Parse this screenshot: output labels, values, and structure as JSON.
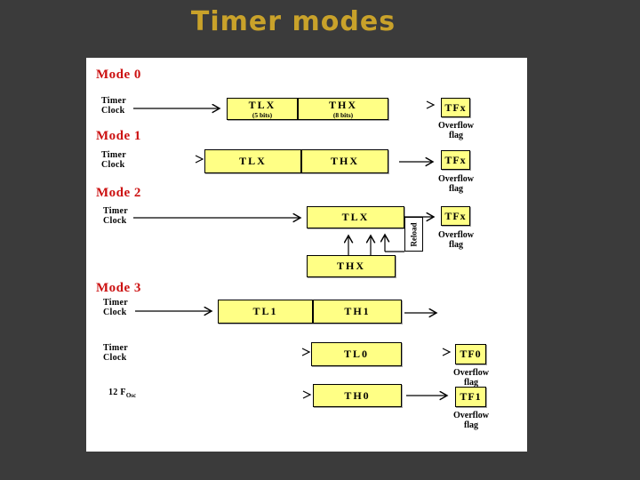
{
  "title": "Timer modes",
  "colors": {
    "bg": "#3b3b3b",
    "panel": "#ffffff",
    "box": "#ffff85",
    "mode_label": "#cc1111",
    "title_text": "#c9a22a",
    "line": "#000000"
  },
  "mode0": {
    "label": "Mode 0",
    "source_line1": "Timer",
    "source_line2": "Clock",
    "tl_label": "TLX",
    "tl_bits": "(5 bits)",
    "th_label": "THX",
    "th_bits": "(8 bits)",
    "flag_label": "TFx",
    "flag_caption_line1": "Overflow",
    "flag_caption_line2": "flag"
  },
  "mode1": {
    "label": "Mode 1",
    "source_line1": "Timer",
    "source_line2": "Clock",
    "tl_label": "TLX",
    "th_label": "THX",
    "flag_label": "TFx",
    "flag_caption_line1": "Overflow",
    "flag_caption_line2": "flag"
  },
  "mode2": {
    "label": "Mode 2",
    "source_line1": "Timer",
    "source_line2": "Clock",
    "tl_label": "TLX",
    "th_label": "THX",
    "reload_label": "Reload",
    "flag_label": "TFx",
    "flag_caption_line1": "Overflow",
    "flag_caption_line2": "flag"
  },
  "mode3": {
    "label": "Mode 3",
    "row1": {
      "source_line1": "Timer",
      "source_line2": "Clock",
      "tl_label": "TL1",
      "th_label": "TH1"
    },
    "row2": {
      "source_line1": "Timer",
      "source_line2": "Clock",
      "box_label": "TL0",
      "flag_label": "TF0",
      "flag_caption_line1": "Overflow",
      "flag_caption_line2": "flag"
    },
    "row3": {
      "source_main": "12 F",
      "source_sub": "Osc",
      "box_label": "TH0",
      "flag_label": "TF1",
      "flag_caption_line1": "Overflow",
      "flag_caption_line2": "flag"
    }
  }
}
